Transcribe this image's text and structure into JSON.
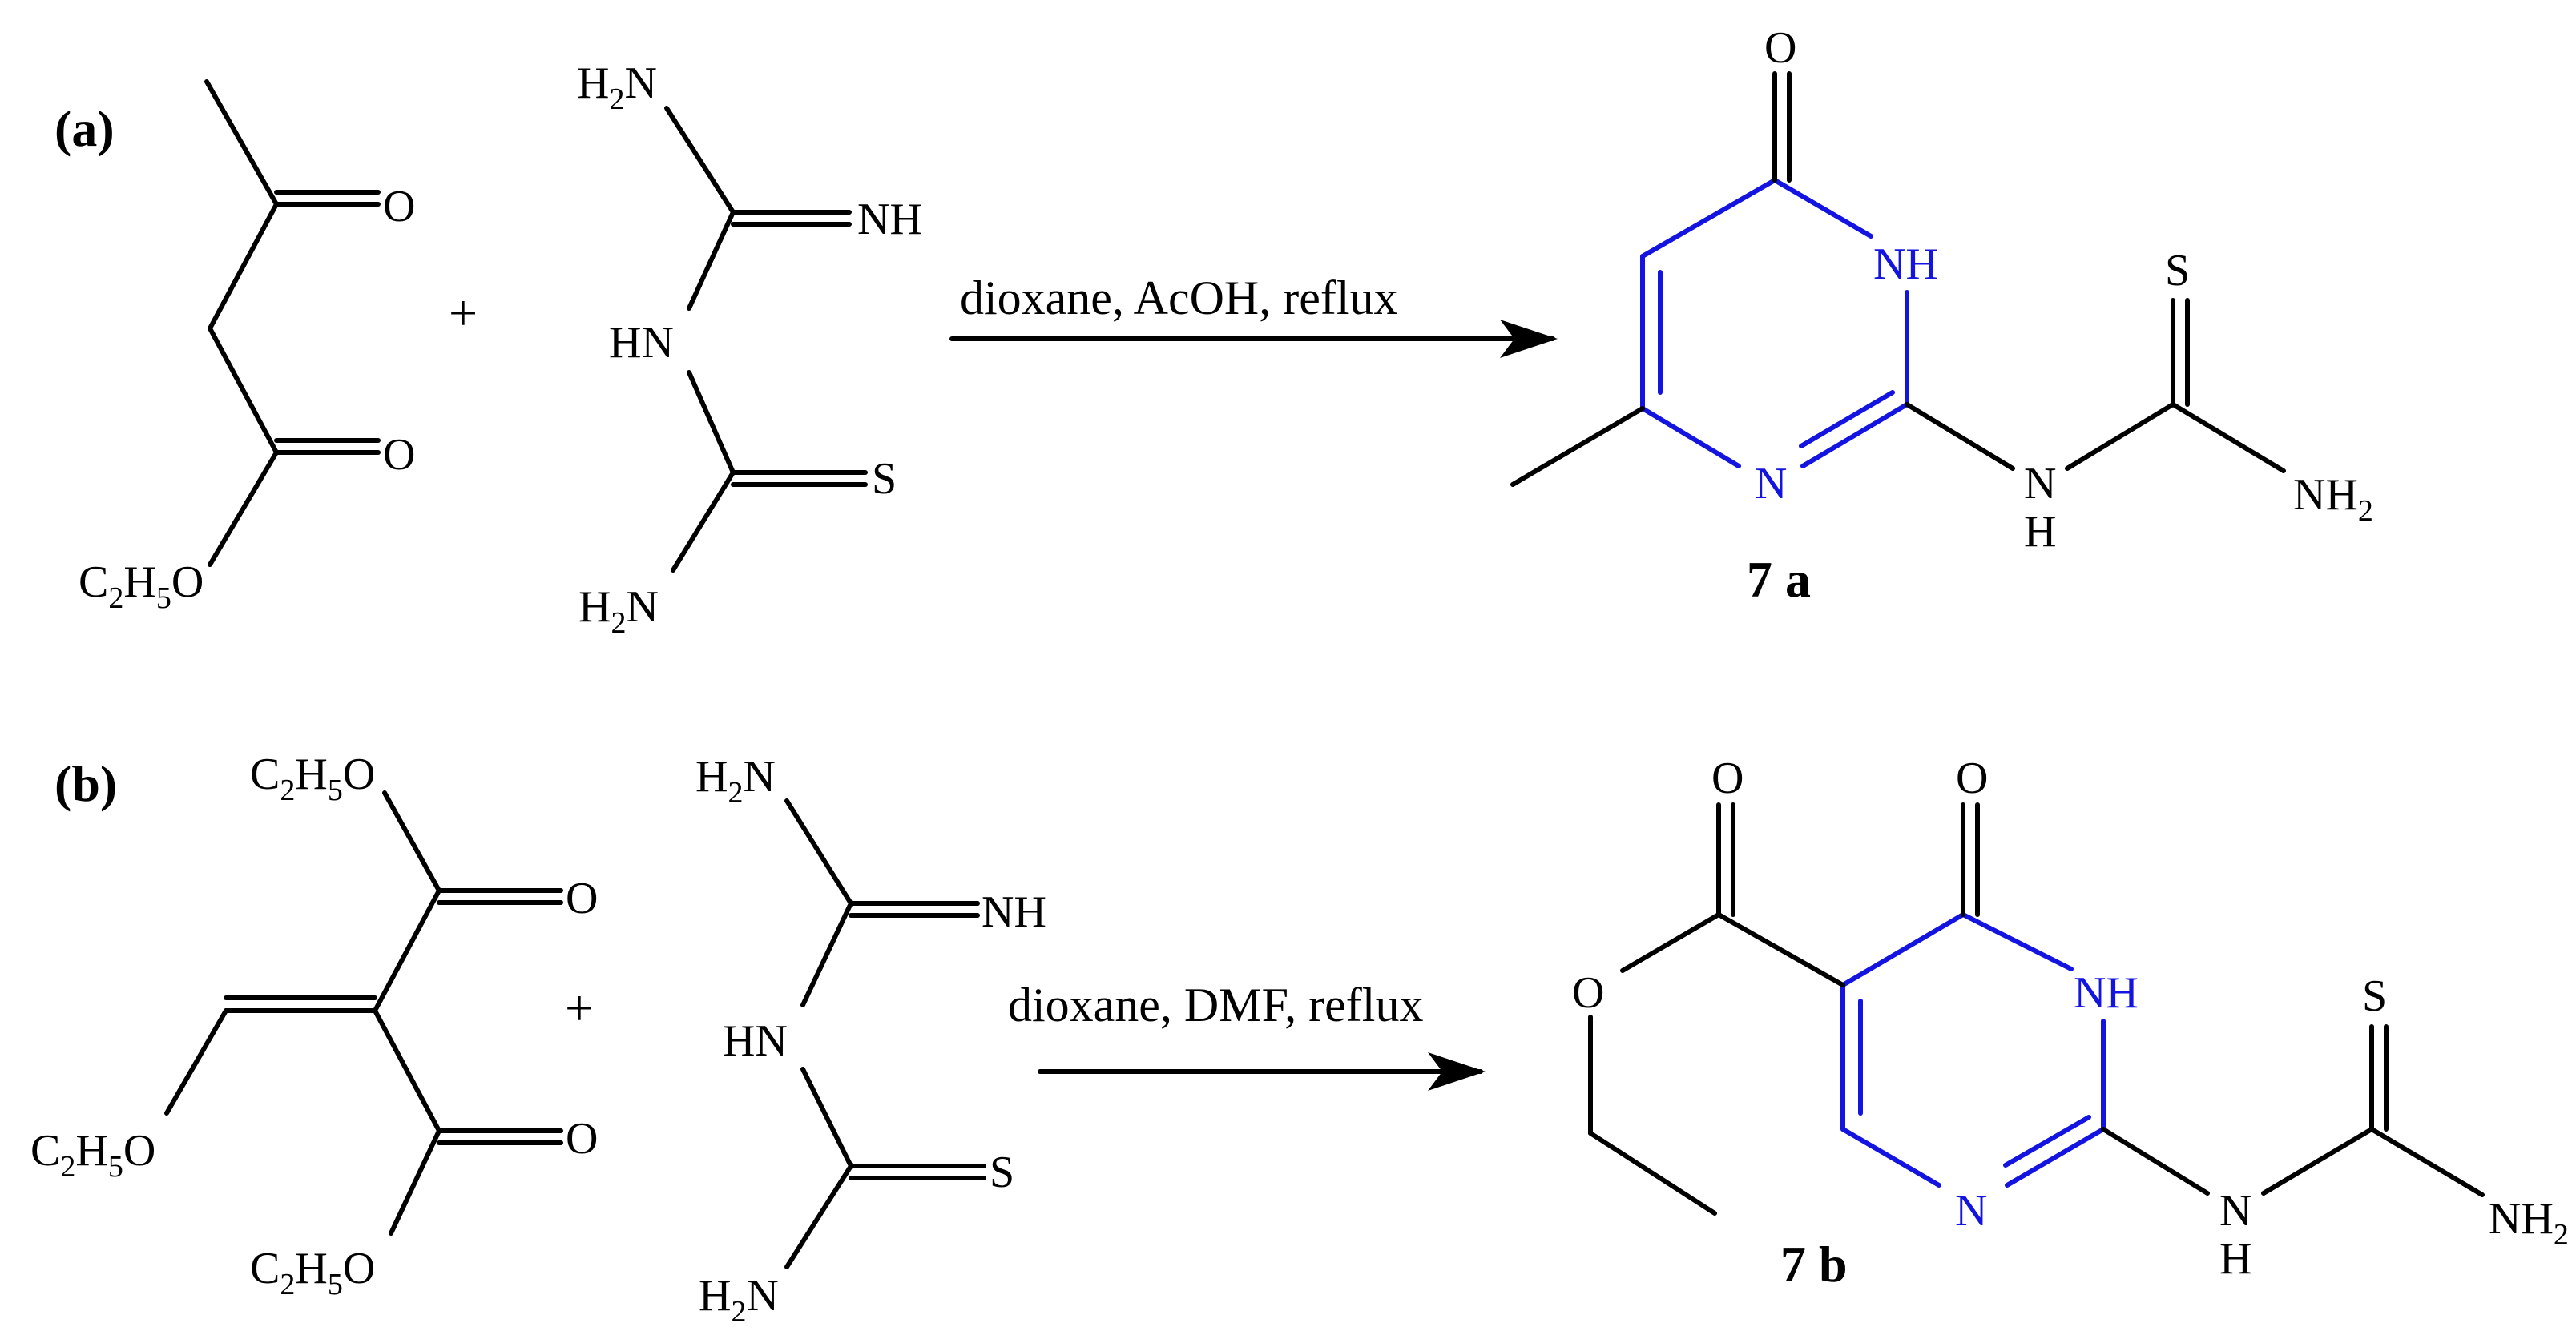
{
  "colors": {
    "bond": "#000000",
    "ring": "#1414e0",
    "background": "#ffffff"
  },
  "panels": [
    {
      "label": "(a)",
      "plus": "+",
      "reactant1": {
        "o1": "O",
        "o2": "O",
        "ester": "C2H5O"
      },
      "reactant2": {
        "nh2_top": "H2N",
        "nh": "NH",
        "hn": "HN",
        "s": "S",
        "nh2_bottom": "H2N"
      },
      "conditions": "dioxane, AcOH, reflux",
      "product": {
        "o": "O",
        "nh_ring": "NH",
        "n_ring": "N",
        "s": "S",
        "n_link": "N",
        "h_link": "H",
        "nh2": "NH2",
        "label": "7 a"
      }
    },
    {
      "label": "(b)",
      "plus": "+",
      "reactant1": {
        "ester_top": "C2H5O",
        "o1": "O",
        "ether": "C2H5O",
        "o2": "O",
        "ester_bottom": "C2H5O"
      },
      "reactant2": {
        "nh2_top": "H2N",
        "nh": "NH",
        "hn": "HN",
        "s": "S",
        "nh2_bottom": "H2N"
      },
      "conditions": "dioxane, DMF, reflux",
      "product": {
        "o_ester": "O",
        "o_ring": "O",
        "o_ether": "O",
        "nh_ring": "NH",
        "n_ring": "N",
        "s": "S",
        "n_link": "N",
        "h_link": "H",
        "nh2": "NH2",
        "label": "7 b"
      }
    }
  ]
}
